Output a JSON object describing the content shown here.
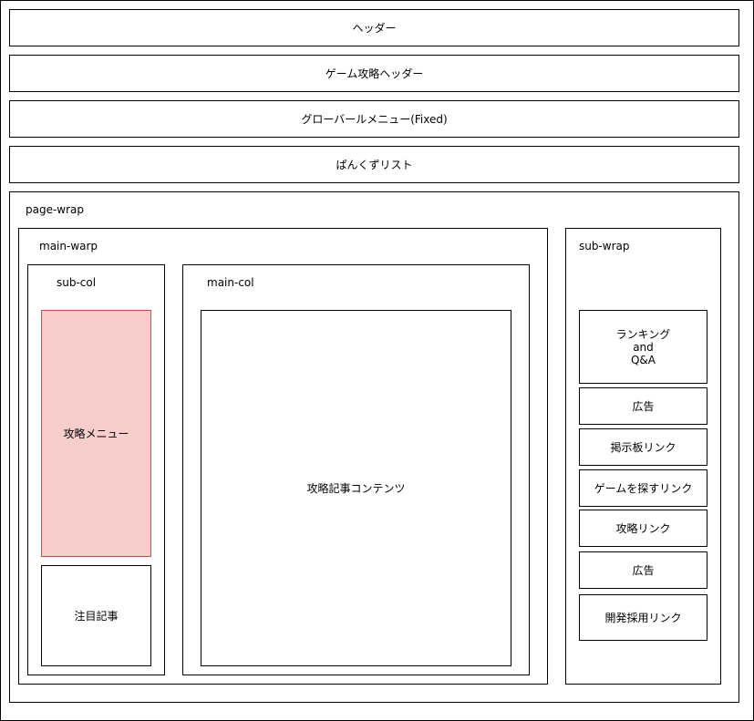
{
  "header": "ヘッダー",
  "game_header": "ゲーム攻略ヘッダー",
  "global_menu": "グローバールメニュー(Fixed)",
  "breadcrumb": "ぱんくずリスト",
  "page_wrap": {
    "label": "page-wrap",
    "main_wrap": {
      "label": "main-warp",
      "sub_col": {
        "label": "sub-col",
        "strategy_menu": "攻略メニュー",
        "featured_articles": "注目記事"
      },
      "main_col": {
        "label": "main-col",
        "content": "攻略記事コンテンツ"
      }
    },
    "sub_wrap": {
      "label": "sub-wrap",
      "items": [
        "ランキング\nand\nQ&A",
        "広告",
        "掲示板リンク",
        "ゲームを探すリンク",
        "攻略リンク",
        "広告",
        "開発採用リンク"
      ]
    }
  },
  "colors": {
    "border": "#000000",
    "highlight_fill": "#f8cecc",
    "highlight_border": "#b85450"
  }
}
